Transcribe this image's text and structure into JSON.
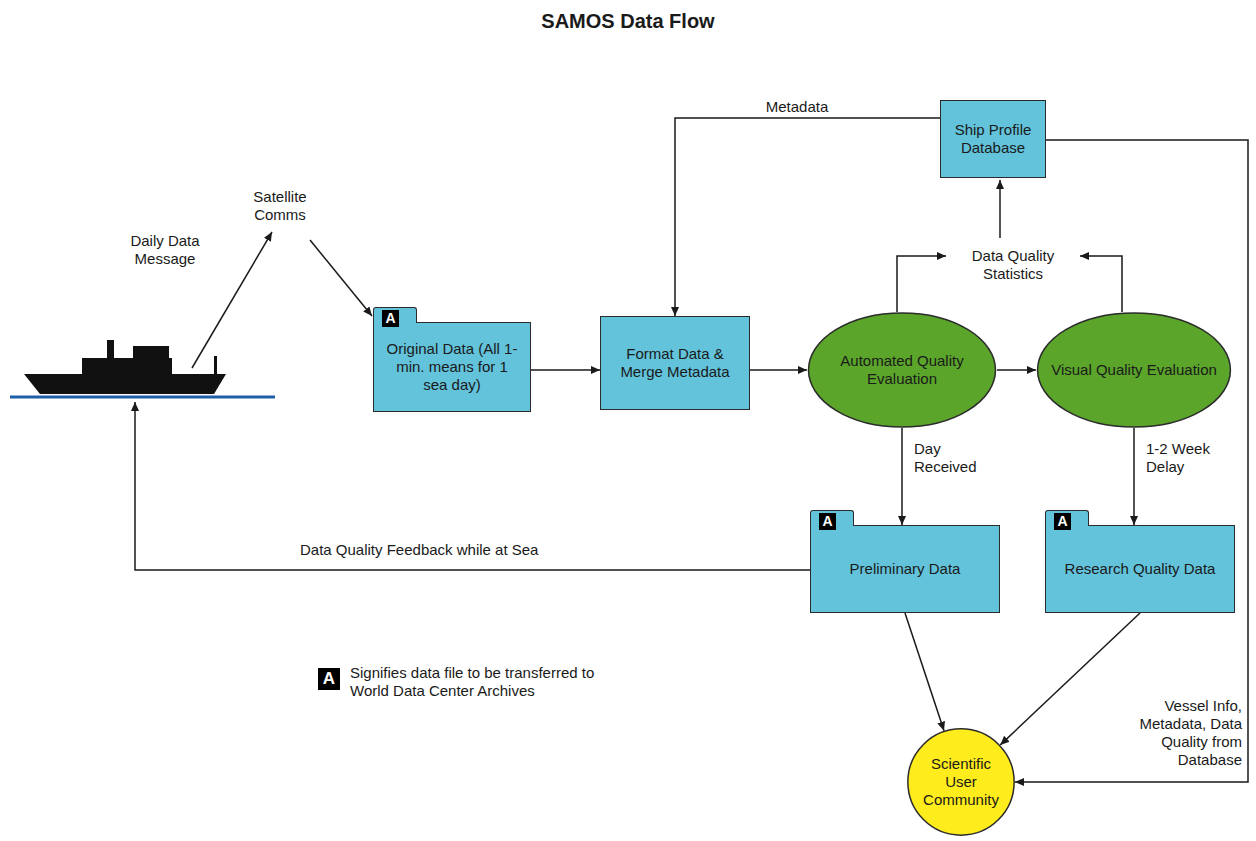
{
  "diagram": {
    "title": "SAMOS Data Flow",
    "nodes": [
      {
        "text": [
          "Ship Profile Database"
        ]
      },
      {
        "text": [
          "A",
          "Original Data (All 1-min. means for 1 sea day)"
        ]
      },
      {
        "text": [
          "Format Data & Merge Metadata"
        ]
      },
      {
        "text": [
          "Automated Quality Evaluation"
        ]
      },
      {
        "text": [
          "Visual Quality Evaluation"
        ]
      },
      {
        "text": [
          "A",
          "Preliminary Data"
        ]
      },
      {
        "text": [
          "A",
          "Research Quality Data"
        ]
      },
      {
        "text": [
          "Scientific User Community"
        ]
      }
    ],
    "edges": [
      {
        "from": 0,
        "to": 2,
        "label": "Metadata",
        "arrow": "to"
      },
      {
        "from": 1,
        "to": 2,
        "arrow": "to"
      },
      {
        "from": 2,
        "to": 3,
        "arrow": "to"
      },
      {
        "from": 3,
        "to": 4,
        "arrow": "to"
      },
      {
        "from": 3,
        "to": 5,
        "label": "Day Received",
        "arrow": "to"
      },
      {
        "from": 4,
        "to": 6,
        "label": "1-2 Week Delay",
        "arrow": "to"
      },
      {
        "from": 5,
        "to": 7,
        "arrow": "to"
      },
      {
        "from": 6,
        "to": 7,
        "arrow": "to"
      },
      {
        "from": 0,
        "to": 7,
        "label": "Vessel Info, Metadata, Data Quality from Database",
        "arrow": "to"
      }
    ],
    "labels": [
      "Satellite Comms",
      "Daily Data Message",
      "Data Quality Statistics",
      "Data Quality Feedback while at Sea",
      "A"
    ],
    "legend": [
      {
        "text": "Signifies data file to be transferred to World Data Center Archives"
      }
    ]
  }
}
